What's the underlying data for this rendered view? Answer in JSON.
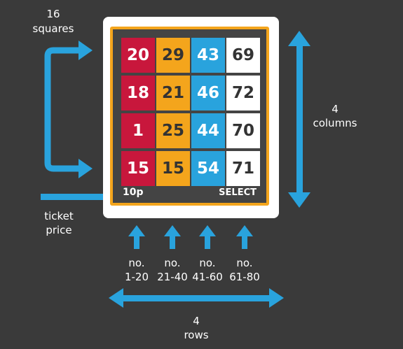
{
  "colors": {
    "background": "#3a3a3a",
    "arrow": "#29a3dd",
    "red": "#c8173c",
    "orange": "#f4a51c",
    "blue": "#29a3dd",
    "white": "#ffffff"
  },
  "labels": {
    "squares_count": "16",
    "squares_word": "squares",
    "columns_count": "4",
    "columns_word": "columns",
    "ticket_word": "ticket",
    "price_word": "price",
    "rows_count": "4",
    "rows_word": "rows"
  },
  "ranges": [
    {
      "no": "no.",
      "range": "1-20"
    },
    {
      "no": "no.",
      "range": "21-40"
    },
    {
      "no": "no.",
      "range": "41-60"
    },
    {
      "no": "no.",
      "range": "61-80"
    }
  ],
  "ticket": {
    "numbers": [
      [
        "20",
        "29",
        "43",
        "69"
      ],
      [
        "18",
        "21",
        "46",
        "72"
      ],
      [
        "1",
        "25",
        "44",
        "70"
      ],
      [
        "15",
        "15",
        "54",
        "71"
      ]
    ],
    "price": "10p",
    "select_label": "SELECT"
  }
}
